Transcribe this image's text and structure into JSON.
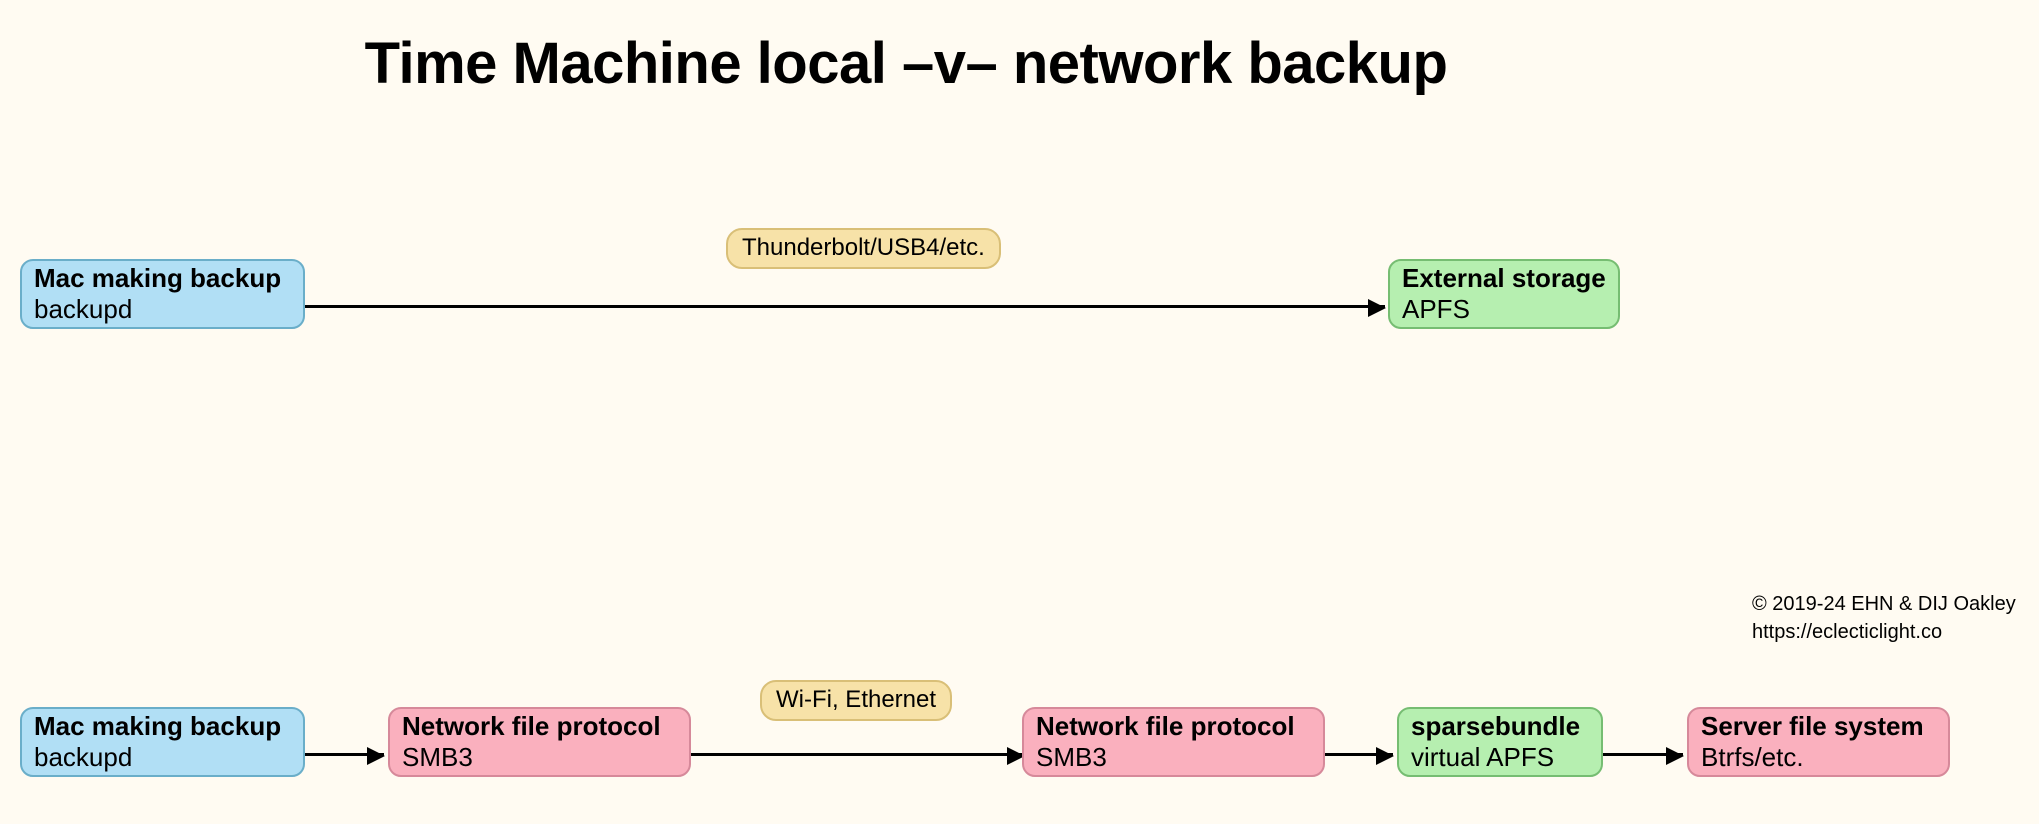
{
  "page": {
    "title": "Time Machine local –v– network backup",
    "background_color": "#fffbf2"
  },
  "colors": {
    "blue_fill": "#b1dff5",
    "blue_stroke": "#6aaec9",
    "green_fill": "#b6efb0",
    "green_stroke": "#76bd72",
    "pink_fill": "#fab0be",
    "pink_stroke": "#d6899a",
    "label_fill": "#f7e2a8",
    "label_stroke": "#d9bf77",
    "arrow": "#000000"
  },
  "diagram": {
    "local_flow": {
      "name": "local backup",
      "nodes": [
        {
          "id": "local-mac",
          "title": "Mac making backup",
          "subtitle": "backupd",
          "color": "blue"
        },
        {
          "id": "local-external-storage",
          "title": "External storage",
          "subtitle": "APFS",
          "color": "green"
        }
      ],
      "edge_labels": [
        {
          "id": "local-link",
          "text": "Thunderbolt/USB4/etc."
        }
      ]
    },
    "network_flow": {
      "name": "network backup",
      "nodes": [
        {
          "id": "net-mac",
          "title": "Mac making backup",
          "subtitle": "backupd",
          "color": "blue"
        },
        {
          "id": "net-client-protocol",
          "title": "Network file protocol",
          "subtitle": "SMB3",
          "color": "pink"
        },
        {
          "id": "net-server-protocol",
          "title": "Network file protocol",
          "subtitle": "SMB3",
          "color": "pink"
        },
        {
          "id": "net-sparsebundle",
          "title": "sparsebundle",
          "subtitle": "virtual APFS",
          "color": "green"
        },
        {
          "id": "net-server-fs",
          "title": "Server file system",
          "subtitle": "Btrfs/etc.",
          "color": "pink"
        }
      ],
      "edge_labels": [
        {
          "id": "network-link",
          "text": "Wi-Fi, Ethernet"
        }
      ]
    }
  },
  "credit": {
    "line1": "© 2019-24 EHN & DIJ Oakley",
    "line2": "https://eclecticlight.co"
  }
}
